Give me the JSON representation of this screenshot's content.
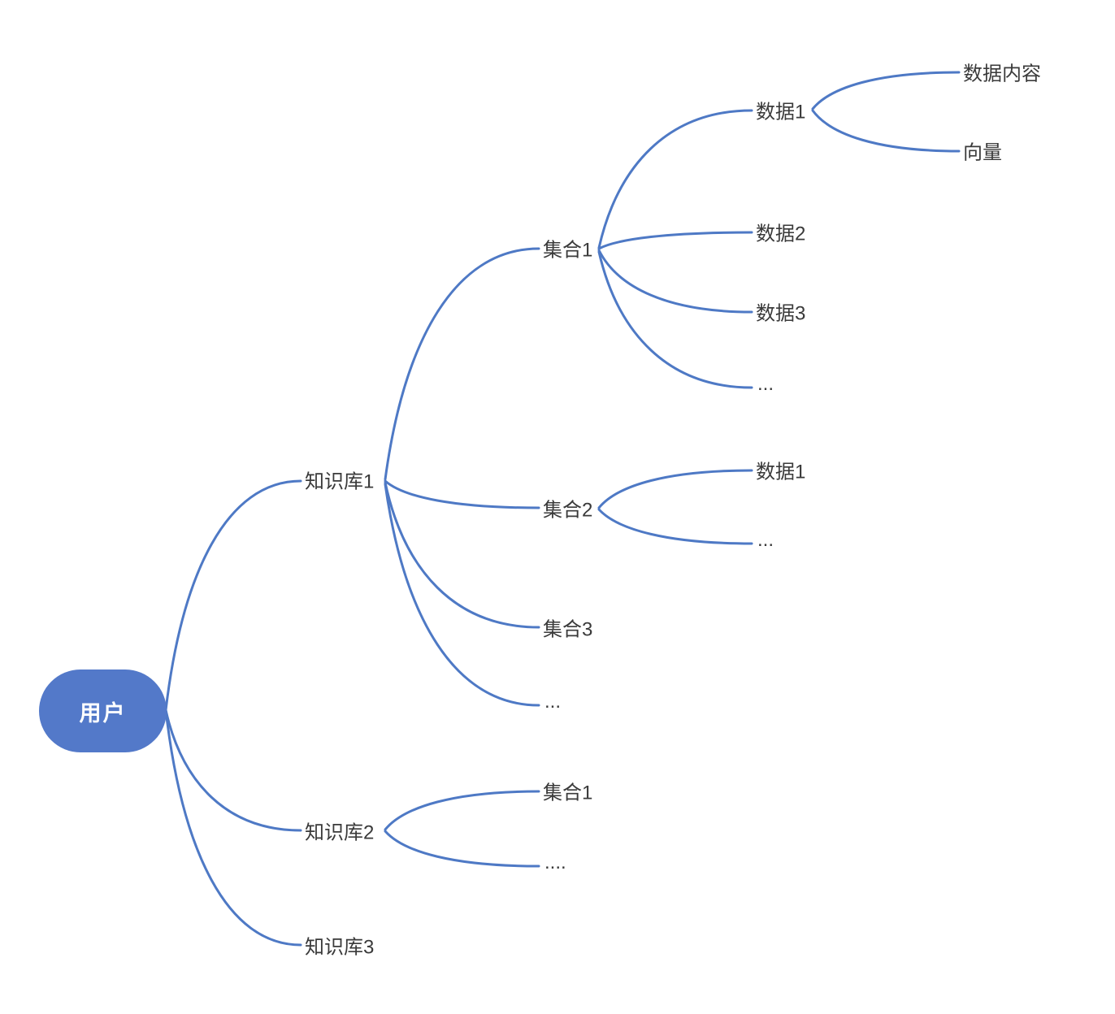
{
  "mindmap": {
    "colors": {
      "line": "#4e79c5",
      "root_bg": "#5379c9",
      "root_text": "#ffffff",
      "text": "#3a3a3a"
    },
    "root": {
      "label": "用户",
      "children": [
        {
          "label": "知识库1",
          "children": [
            {
              "label": "集合1",
              "children": [
                {
                  "label": "数据1",
                  "children": [
                    {
                      "label": "数据内容"
                    },
                    {
                      "label": "向量"
                    }
                  ]
                },
                {
                  "label": "数据2"
                },
                {
                  "label": "数据3"
                },
                {
                  "label": "..."
                }
              ]
            },
            {
              "label": "集合2",
              "children": [
                {
                  "label": "数据1"
                },
                {
                  "label": "..."
                }
              ]
            },
            {
              "label": "集合3"
            },
            {
              "label": "..."
            }
          ]
        },
        {
          "label": "知识库2",
          "children": [
            {
              "label": "集合1"
            },
            {
              "label": "...."
            }
          ]
        },
        {
          "label": "知识库3"
        }
      ]
    }
  }
}
